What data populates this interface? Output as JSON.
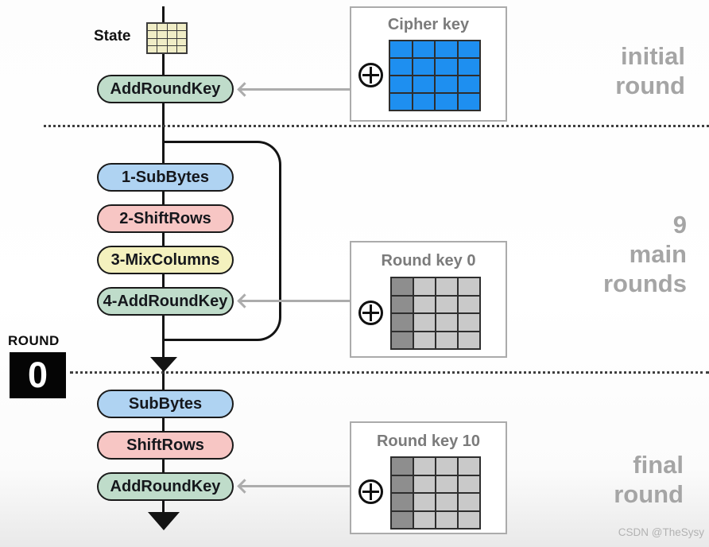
{
  "colors": {
    "pill_blue": "#AFD3F2",
    "pill_pink": "#F7C6C4",
    "pill_yellow": "#F4F1BE",
    "pill_green": "#BFDCCA",
    "key_blue": "#1E8FF0",
    "key_gray": "#C9C9C9",
    "key_gray_col": "#8E8E8E",
    "state_cell": "#F0EDC6"
  },
  "state_label": "State",
  "round_counter": {
    "label": "ROUND",
    "value": "0"
  },
  "flow": {
    "initial_pill": "AddRoundKey",
    "main_pills": [
      "1-SubBytes",
      "2-ShiftRows",
      "3-MixColumns",
      "4-AddRoundKey"
    ],
    "final_pills": [
      "SubBytes",
      "ShiftRows",
      "AddRoundKey"
    ]
  },
  "key_boxes": {
    "cipher": {
      "title": "Cipher key",
      "xor_icon": "⊕",
      "grid": "4x4-blue"
    },
    "round0": {
      "title": "Round key 0",
      "xor_icon": "⊕",
      "grid": "4x4-gray-first-column-dark"
    },
    "round10": {
      "title": "Round key 10",
      "xor_icon": "⊕",
      "grid": "4x4-gray-first-column-dark"
    }
  },
  "side_labels": {
    "initial": "initial\nround",
    "main": "9\nmain\nrounds",
    "final": "final\nround"
  },
  "watermark": "CSDN @TheSysy"
}
